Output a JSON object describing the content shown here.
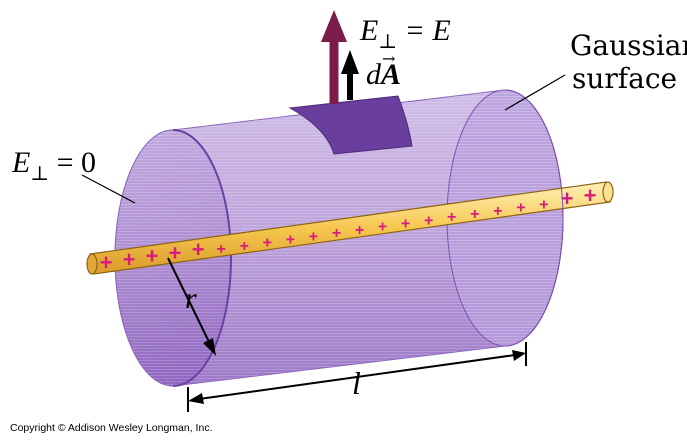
{
  "labels": {
    "e_perp_top_main": "E",
    "e_perp_top_sub": "⊥",
    "e_perp_top_rhs": " = E",
    "da_d": "d",
    "da_A": "A",
    "da_arrow": "→",
    "gaussian_line1": "Gaussian",
    "gaussian_line2": "surface",
    "e_perp_left_main": "E",
    "e_perp_left_sub": "⊥",
    "e_perp_left_rhs": " = 0",
    "r": "r",
    "l": "l",
    "copyright": "Copyright © Addison Wesley Longman, Inc."
  },
  "charges": {
    "symbol": "+",
    "count": 22
  },
  "colors": {
    "cylinder": "#a07fc4",
    "cylinder_dark": "#7a4eb0",
    "end_cap": "#b9a0d8",
    "patch": "#6a3e9c",
    "rod": "#f6c74f",
    "rod_edge": "#8c6414",
    "charge": "#d81b7d",
    "field_arrow": "#7a1d4a",
    "area_arrow": "#000000"
  }
}
